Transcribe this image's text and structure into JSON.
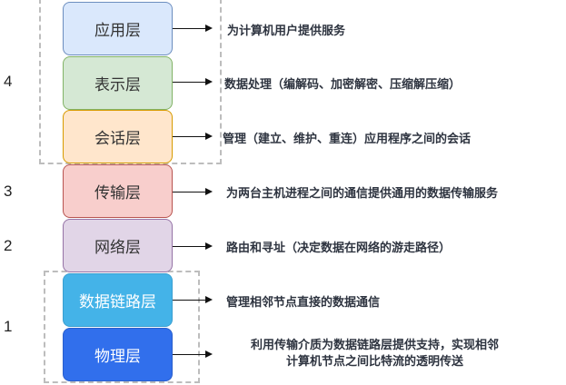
{
  "groups": [
    {
      "id": "upper",
      "label": "4",
      "covers": [
        "应用层",
        "表示层",
        "会话层"
      ]
    },
    {
      "id": "lower",
      "label": "1",
      "covers": [
        "数据链路层",
        "物理层"
      ]
    }
  ],
  "layers": [
    {
      "name": "应用层",
      "fill": "#dae8fc",
      "border": "#6c8ebf",
      "text_color": "#333333",
      "description": "为计算机用户提供服务"
    },
    {
      "name": "表示层",
      "fill": "#d5e8d4",
      "border": "#82b366",
      "text_color": "#333333",
      "description": "数据处理（编解码、加密解密、压缩解压缩）"
    },
    {
      "name": "会话层",
      "fill": "#ffe6cc",
      "border": "#d79b00",
      "text_color": "#333333",
      "description": "管理（建立、维护、重连）应用程序之间的会话"
    },
    {
      "name": "传输层",
      "fill": "#f8cecc",
      "border": "#b85450",
      "text_color": "#333333",
      "description": "为两台主机进程之间的通信提供通用的数据传输服务"
    },
    {
      "name": "网络层",
      "fill": "#e1d5e7",
      "border": "#9673a6",
      "text_color": "#333333",
      "description": "路由和寻址（决定数据在网络的游走路径）"
    },
    {
      "name": "数据链路层",
      "fill": "#44b3e8",
      "border": "#3a9fd0",
      "text_color": "#ffffff",
      "description": "管理相邻节点直接的数据通信"
    },
    {
      "name": "物理层",
      "fill": "#316fec",
      "border": "#2a5fcc",
      "text_color": "#ffffff",
      "description": "利用传输介质为数据链路层提供支持，实现相邻计算机节点之间比特流的透明传送",
      "description_lines": [
        "利用传输介质为数据链路层提供支持，实现相邻",
        "计算机节点之间比特流的透明传送"
      ]
    }
  ],
  "numbers": {
    "upper": "4",
    "transport": "3",
    "network": "2",
    "lower": "1"
  }
}
